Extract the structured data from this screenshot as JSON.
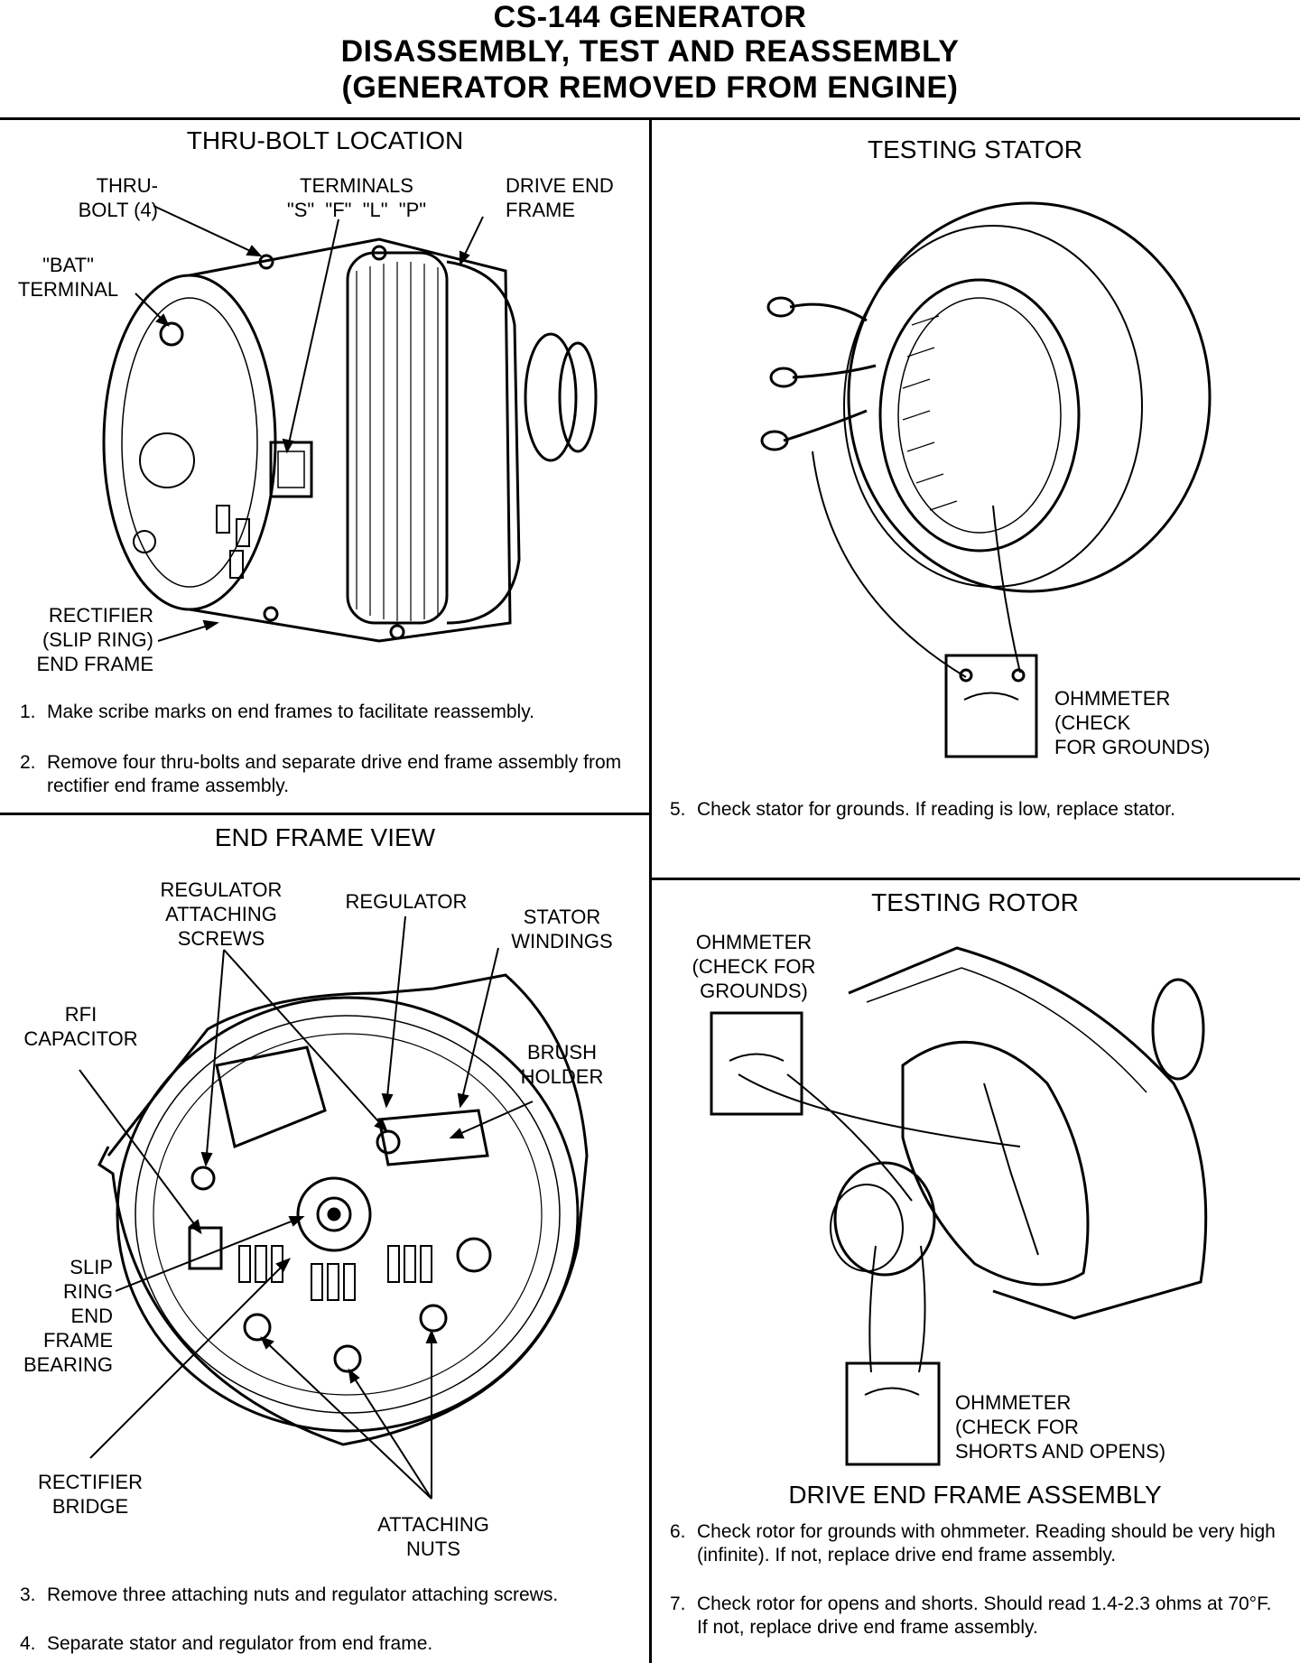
{
  "header": {
    "line1": "CS-144 GENERATOR",
    "line2": "DISASSEMBLY, TEST AND REASSEMBLY",
    "line3": "(GENERATOR REMOVED FROM ENGINE)"
  },
  "panel_thru_bolt": {
    "title": "THRU-BOLT LOCATION",
    "labels": {
      "thru_bolt": "THRU-\nBOLT (4)",
      "terminals": "TERMINALS\n\"S\"  \"F\"  \"L\"  \"P\"",
      "drive_end_frame": "DRIVE END\nFRAME",
      "bat_terminal": "\"BAT\"\nTERMINAL",
      "rectifier_end_frame": "RECTIFIER\n(SLIP RING)\nEND FRAME"
    },
    "steps": [
      {
        "num": "1.",
        "text": "Make scribe marks on end frames to facilitate reassembly."
      },
      {
        "num": "2.",
        "text": "Remove four thru-bolts and separate drive end frame assembly from rectifier end frame assembly."
      }
    ]
  },
  "panel_end_frame": {
    "title": "END FRAME VIEW",
    "labels": {
      "regulator_screws": "REGULATOR\nATTACHING\nSCREWS",
      "regulator": "REGULATOR",
      "stator_windings": "STATOR\nWINDINGS",
      "rfi_capacitor": "RFI\nCAPACITOR",
      "brush_holder": "BRUSH\nHOLDER",
      "slip_ring_bearing": "SLIP\nRING\nEND\nFRAME\nBEARING",
      "rectifier_bridge": "RECTIFIER\nBRIDGE",
      "attaching_nuts": "ATTACHING\nNUTS"
    },
    "steps": [
      {
        "num": "3.",
        "text": "Remove three attaching nuts and regulator attaching screws."
      },
      {
        "num": "4.",
        "text": "Separate stator and regulator from end frame."
      }
    ]
  },
  "panel_stator": {
    "title": "TESTING STATOR",
    "labels": {
      "ohmmeter": "OHMMETER\n(CHECK\nFOR GROUNDS)"
    },
    "steps": [
      {
        "num": "5.",
        "text": "Check stator for grounds. If reading is low, replace stator."
      }
    ]
  },
  "panel_rotor": {
    "title": "TESTING ROTOR",
    "labels": {
      "ohmmeter_grounds": "OHMMETER\n(CHECK FOR\nGROUNDS)",
      "ohmmeter_shorts": "OHMMETER\n(CHECK FOR\nSHORTS AND OPENS)",
      "assembly_caption": "DRIVE END FRAME ASSEMBLY"
    },
    "steps": [
      {
        "num": "6.",
        "text": "Check rotor for grounds with ohmmeter. Reading should be very high (infinite). If not, replace drive end frame assembly."
      },
      {
        "num": "7.",
        "text": "Check rotor for opens and shorts. Should read 1.4-2.3 ohms at 70°F. If not, replace drive end frame assembly."
      }
    ]
  }
}
